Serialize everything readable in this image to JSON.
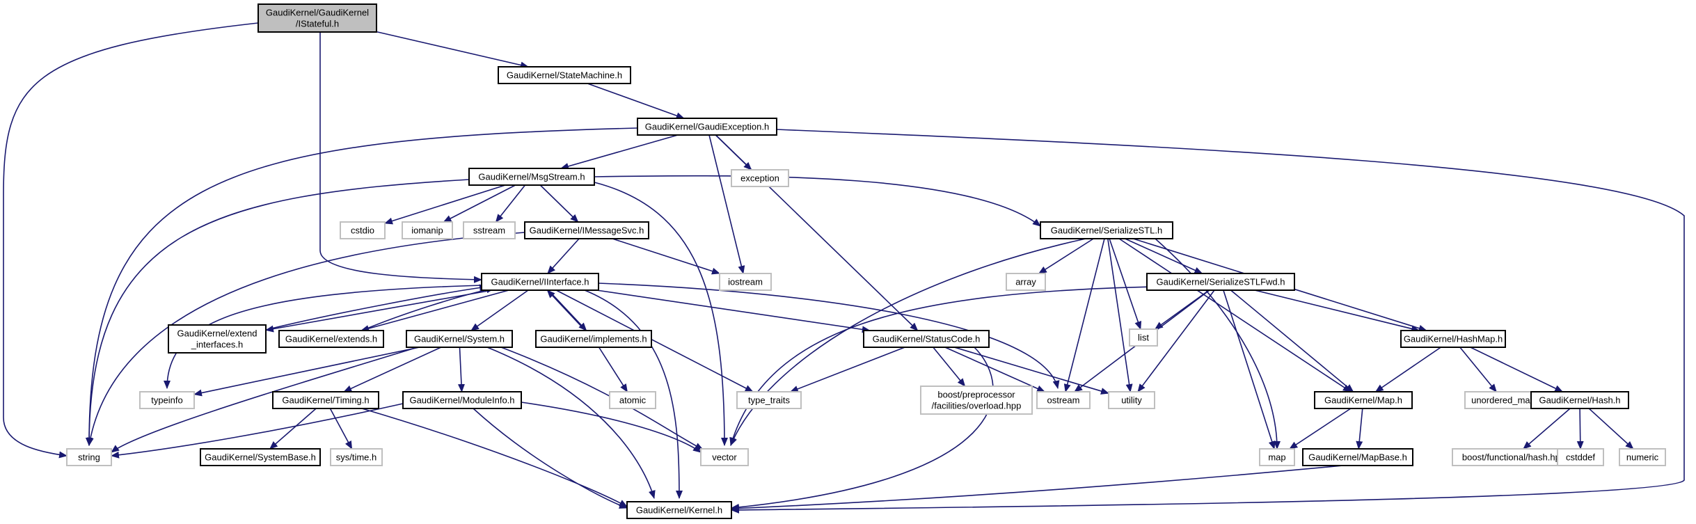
{
  "colors": {
    "edge": "#191970",
    "main_fill": "#bfbfbf",
    "main_border": "#000000",
    "header_fill": "#ffffff",
    "header_border": "#000000",
    "system_fill": "#ffffff",
    "system_border": "#bfbfbf",
    "text": "#000000"
  },
  "nodes": [
    {
      "id": "istateful",
      "kind": "main",
      "lines": [
        "GaudiKernel/GaudiKernel",
        "/IStateful.h"
      ]
    },
    {
      "id": "statemachine",
      "kind": "header",
      "lines": [
        "GaudiKernel/StateMachine.h"
      ]
    },
    {
      "id": "gaudiexception",
      "kind": "header",
      "lines": [
        "GaudiKernel/GaudiException.h"
      ]
    },
    {
      "id": "msgstream",
      "kind": "header",
      "lines": [
        "GaudiKernel/MsgStream.h"
      ]
    },
    {
      "id": "exception",
      "kind": "system",
      "lines": [
        "exception"
      ]
    },
    {
      "id": "cstdio",
      "kind": "system",
      "lines": [
        "cstdio"
      ]
    },
    {
      "id": "iomanip",
      "kind": "system",
      "lines": [
        "iomanip"
      ]
    },
    {
      "id": "sstream",
      "kind": "system",
      "lines": [
        "sstream"
      ]
    },
    {
      "id": "imessagesvc",
      "kind": "header",
      "lines": [
        "GaudiKernel/IMessageSvc.h"
      ]
    },
    {
      "id": "serializestl",
      "kind": "header",
      "lines": [
        "GaudiKernel/SerializeSTL.h"
      ]
    },
    {
      "id": "iostream",
      "kind": "system",
      "lines": [
        "iostream"
      ]
    },
    {
      "id": "array",
      "kind": "system",
      "lines": [
        "array"
      ]
    },
    {
      "id": "iinterface",
      "kind": "header",
      "lines": [
        "GaudiKernel/IInterface.h"
      ]
    },
    {
      "id": "serializestlfwd",
      "kind": "header",
      "lines": [
        "GaudiKernel/SerializeSTLFwd.h"
      ]
    },
    {
      "id": "extendinterfaces",
      "kind": "header",
      "lines": [
        "GaudiKernel/extend",
        "_interfaces.h"
      ]
    },
    {
      "id": "extends",
      "kind": "header",
      "lines": [
        "GaudiKernel/extends.h"
      ]
    },
    {
      "id": "system",
      "kind": "header",
      "lines": [
        "GaudiKernel/System.h"
      ]
    },
    {
      "id": "implements",
      "kind": "header",
      "lines": [
        "GaudiKernel/implements.h"
      ]
    },
    {
      "id": "statuscode",
      "kind": "header",
      "lines": [
        "GaudiKernel/StatusCode.h"
      ]
    },
    {
      "id": "list",
      "kind": "system",
      "lines": [
        "list"
      ]
    },
    {
      "id": "hashmap",
      "kind": "header",
      "lines": [
        "GaudiKernel/HashMap.h"
      ]
    },
    {
      "id": "typeinfo",
      "kind": "system",
      "lines": [
        "typeinfo"
      ]
    },
    {
      "id": "atomic",
      "kind": "system",
      "lines": [
        "atomic"
      ]
    },
    {
      "id": "typetraits",
      "kind": "system",
      "lines": [
        "type_traits"
      ]
    },
    {
      "id": "boostpp",
      "kind": "system",
      "lines": [
        "boost/preprocessor",
        "/facilities/overload.hpp"
      ]
    },
    {
      "id": "ostream",
      "kind": "system",
      "lines": [
        "ostream"
      ]
    },
    {
      "id": "utility",
      "kind": "system",
      "lines": [
        "utility"
      ]
    },
    {
      "id": "unorderedmap",
      "kind": "system",
      "lines": [
        "unordered_map"
      ]
    },
    {
      "id": "timing",
      "kind": "header",
      "lines": [
        "GaudiKernel/Timing.h"
      ]
    },
    {
      "id": "moduleinfo",
      "kind": "header",
      "lines": [
        "GaudiKernel/ModuleInfo.h"
      ]
    },
    {
      "id": "map_h",
      "kind": "header",
      "lines": [
        "GaudiKernel/Map.h"
      ]
    },
    {
      "id": "hash_h",
      "kind": "header",
      "lines": [
        "GaudiKernel/Hash.h"
      ]
    },
    {
      "id": "string",
      "kind": "system",
      "lines": [
        "string"
      ]
    },
    {
      "id": "systembase",
      "kind": "header",
      "lines": [
        "GaudiKernel/SystemBase.h"
      ]
    },
    {
      "id": "systime",
      "kind": "system",
      "lines": [
        "sys/time.h"
      ]
    },
    {
      "id": "vector",
      "kind": "system",
      "lines": [
        "vector"
      ]
    },
    {
      "id": "map",
      "kind": "system",
      "lines": [
        "map"
      ]
    },
    {
      "id": "mapbase",
      "kind": "header",
      "lines": [
        "GaudiKernel/MapBase.h"
      ]
    },
    {
      "id": "boosthash",
      "kind": "system",
      "lines": [
        "boost/functional/hash.hpp"
      ]
    },
    {
      "id": "cstddef",
      "kind": "system",
      "lines": [
        "cstddef"
      ]
    },
    {
      "id": "numeric",
      "kind": "system",
      "lines": [
        "numeric"
      ]
    },
    {
      "id": "kernel",
      "kind": "header",
      "lines": [
        "GaudiKernel/Kernel.h"
      ]
    }
  ],
  "edges": [
    [
      "istateful",
      "string"
    ],
    [
      "istateful",
      "iinterface"
    ],
    [
      "istateful",
      "statemachine"
    ],
    [
      "statemachine",
      "gaudiexception"
    ],
    [
      "gaudiexception",
      "string"
    ],
    [
      "gaudiexception",
      "msgstream"
    ],
    [
      "gaudiexception",
      "iostream"
    ],
    [
      "gaudiexception",
      "exception"
    ],
    [
      "gaudiexception",
      "statuscode"
    ],
    [
      "gaudiexception",
      "kernel"
    ],
    [
      "msgstream",
      "string"
    ],
    [
      "msgstream",
      "cstdio"
    ],
    [
      "msgstream",
      "iomanip"
    ],
    [
      "msgstream",
      "sstream"
    ],
    [
      "msgstream",
      "imessagesvc"
    ],
    [
      "msgstream",
      "vector"
    ],
    [
      "msgstream",
      "serializestl"
    ],
    [
      "imessagesvc",
      "string"
    ],
    [
      "imessagesvc",
      "iinterface"
    ],
    [
      "imessagesvc",
      "iostream"
    ],
    [
      "serializestl",
      "vector"
    ],
    [
      "serializestl",
      "array"
    ],
    [
      "serializestl",
      "ostream"
    ],
    [
      "serializestl",
      "serializestlfwd"
    ],
    [
      "serializestl",
      "list"
    ],
    [
      "serializestl",
      "utility"
    ],
    [
      "serializestl",
      "map"
    ],
    [
      "serializestl",
      "map_h"
    ],
    [
      "serializestl",
      "hashmap"
    ],
    [
      "iinterface",
      "typeinfo"
    ],
    [
      "iinterface",
      "extendinterfaces"
    ],
    [
      "iinterface",
      "extends"
    ],
    [
      "iinterface",
      "system"
    ],
    [
      "iinterface",
      "implements"
    ],
    [
      "iinterface",
      "kernel"
    ],
    [
      "iinterface",
      "typetraits"
    ],
    [
      "iinterface",
      "statuscode"
    ],
    [
      "iinterface",
      "ostream"
    ],
    [
      "extendinterfaces",
      "iinterface"
    ],
    [
      "extends",
      "iinterface"
    ],
    [
      "implements",
      "iinterface"
    ],
    [
      "implements",
      "atomic"
    ],
    [
      "system",
      "typeinfo"
    ],
    [
      "system",
      "string"
    ],
    [
      "system",
      "timing"
    ],
    [
      "system",
      "moduleinfo"
    ],
    [
      "system",
      "kernel"
    ],
    [
      "system",
      "vector"
    ],
    [
      "statuscode",
      "typetraits"
    ],
    [
      "statuscode",
      "boostpp"
    ],
    [
      "statuscode",
      "ostream"
    ],
    [
      "statuscode",
      "utility"
    ],
    [
      "statuscode",
      "kernel"
    ],
    [
      "serializestlfwd",
      "vector"
    ],
    [
      "serializestlfwd",
      "list"
    ],
    [
      "serializestlfwd",
      "ostream"
    ],
    [
      "serializestlfwd",
      "utility"
    ],
    [
      "serializestlfwd",
      "map"
    ],
    [
      "serializestlfwd",
      "map_h"
    ],
    [
      "serializestlfwd",
      "hashmap"
    ],
    [
      "hashmap",
      "map_h"
    ],
    [
      "hashmap",
      "unorderedmap"
    ],
    [
      "hashmap",
      "hash_h"
    ],
    [
      "timing",
      "systembase"
    ],
    [
      "timing",
      "systime"
    ],
    [
      "timing",
      "kernel"
    ],
    [
      "moduleinfo",
      "string"
    ],
    [
      "moduleinfo",
      "kernel"
    ],
    [
      "moduleinfo",
      "vector"
    ],
    [
      "map_h",
      "map"
    ],
    [
      "map_h",
      "mapbase"
    ],
    [
      "mapbase",
      "kernel"
    ],
    [
      "hash_h",
      "boosthash"
    ],
    [
      "hash_h",
      "cstddef"
    ],
    [
      "hash_h",
      "numeric"
    ]
  ]
}
